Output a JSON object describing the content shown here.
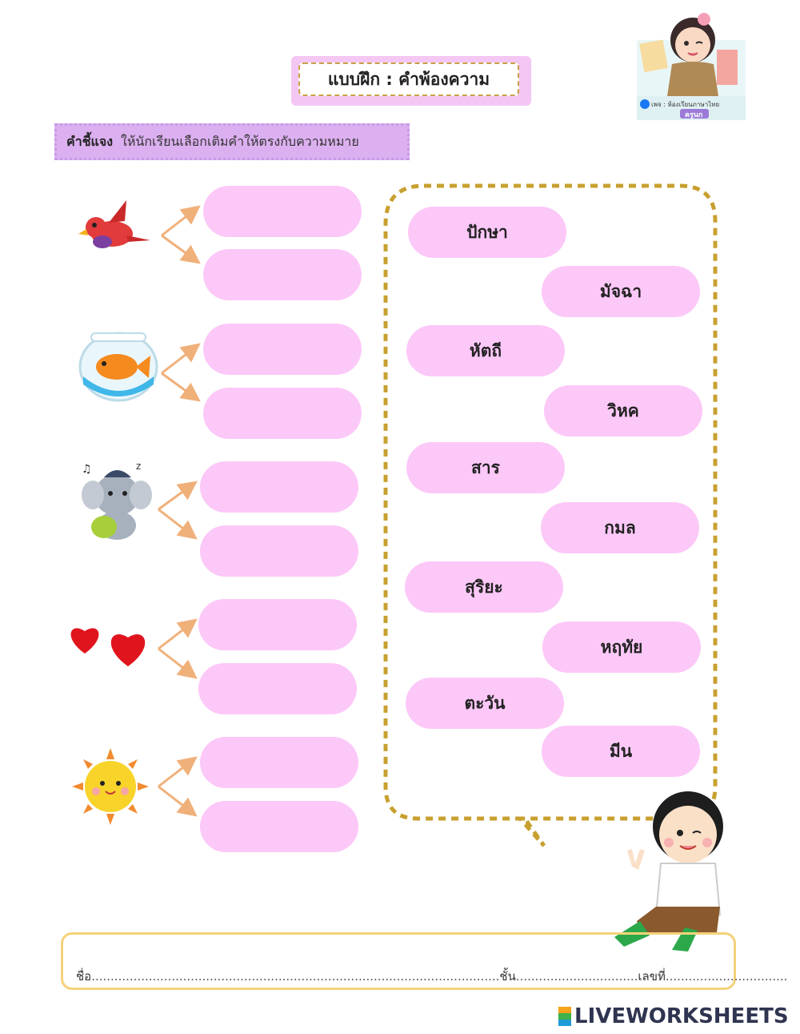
{
  "title": "แบบฝึก : คำพ้องความ",
  "instruction": {
    "label": "คำชี้แจง",
    "text": "ให้นักเรียนเลือกเติมคำให้ตรงกับความหมาย"
  },
  "logo": {
    "page_text": "เพจ : ห้องเรียนภาษาไทย",
    "name": "ครูนก"
  },
  "pictures": [
    {
      "name": "bird",
      "icon": "bird-icon"
    },
    {
      "name": "fish",
      "icon": "fish-bowl-icon"
    },
    {
      "name": "elephant",
      "icon": "elephant-icon"
    },
    {
      "name": "heart",
      "icon": "hearts-icon"
    },
    {
      "name": "sun",
      "icon": "sun-icon"
    }
  ],
  "word_bank": [
    "ปักษา",
    "มัจฉา",
    "หัตถี",
    "วิหค",
    "สาร",
    "กมล",
    "สุริยะ",
    "หฤทัย",
    "ตะวัน",
    "มีน"
  ],
  "footer": {
    "name_label": "ชื่อ",
    "class_label": "ชั้น",
    "number_label": "เลขที่"
  },
  "brand": "LIVEWORKSHEETS",
  "colors": {
    "pill": "#fcc8f8",
    "dashed_border": "#c8a030",
    "instruction_bg": "#dcb0f0",
    "title_bg": "#f4c6f3",
    "arrow": "#f0b07a"
  }
}
